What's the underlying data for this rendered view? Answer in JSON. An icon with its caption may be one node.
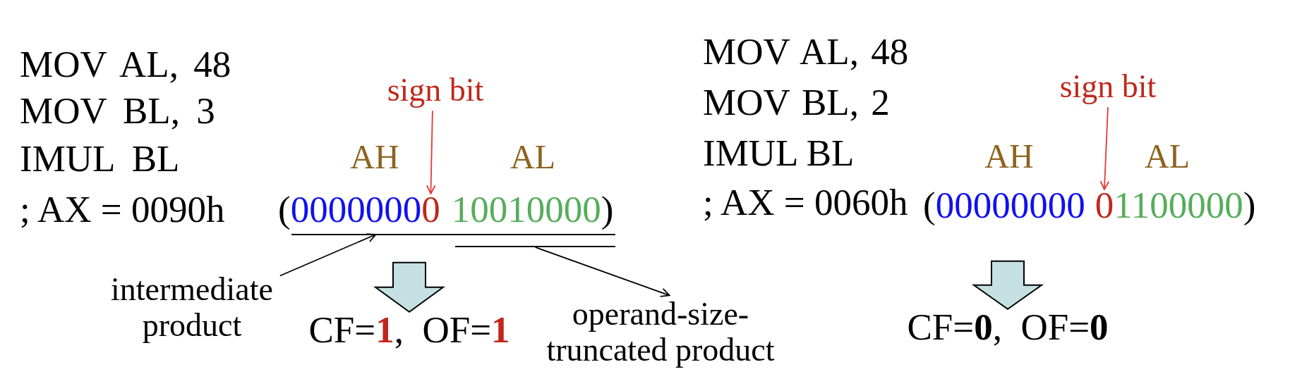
{
  "diagram": {
    "nodes": [
      {
        "text": [
          "sign bit"
        ]
      },
      {
        "text": [
          "0"
        ]
      },
      {
        "text": [
          "intermediate product"
        ]
      },
      {
        "text": [],
        "shape": "bar"
      },
      {
        "text": [
          "operand-size-truncated product"
        ]
      },
      {
        "text": [],
        "shape": "bar"
      },
      {
        "text": [
          "CF=**1**,  OF=**1**"
        ]
      },
      {
        "text": [
          "sign bit"
        ]
      },
      {
        "text": [
          "0"
        ]
      },
      {
        "text": [
          "CF=**0**,  OF=**0**"
        ]
      }
    ],
    "edges": [
      {
        "from": 0,
        "to": 1,
        "arrow": "to",
        "color": "#e53935"
      },
      {
        "from": 2,
        "to": 3,
        "arrow": "to",
        "color": "#000000"
      },
      {
        "from": 5,
        "to": 4,
        "arrow": "to",
        "color": "#000000"
      },
      {
        "from": null,
        "to": 6,
        "arrow": "to",
        "style": "thick",
        "color": "#c5e0e3"
      },
      {
        "from": 7,
        "to": 8,
        "arrow": "to",
        "color": "#e53935"
      },
      {
        "from": null,
        "to": 9,
        "arrow": "to",
        "style": "thick",
        "color": "#c5e0e3"
      }
    ],
    "labels": [
      "MOV AL, 48",
      "MOV BL, 3",
      "IMUL BL",
      "; AX = 0090h",
      "AH",
      "AL",
      "(",
      "0000000",
      "10010000",
      ")",
      "MOV AL, 48",
      "MOV BL, 2",
      "IMUL BL",
      "; AX = 0060h",
      "AH",
      "AL",
      "(",
      "00000000",
      "1100000",
      ")"
    ]
  }
}
